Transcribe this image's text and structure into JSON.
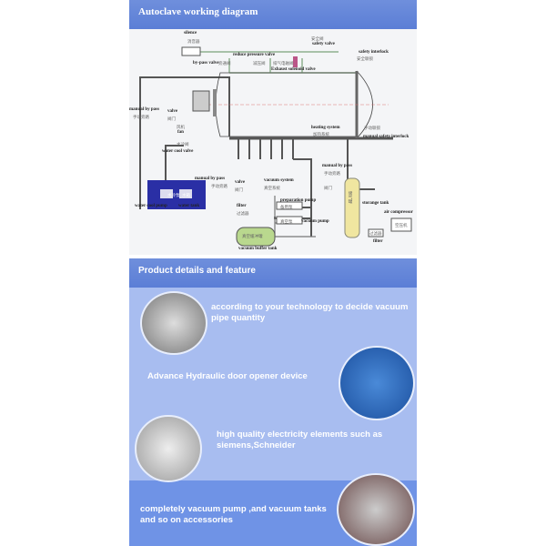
{
  "diagram": {
    "title": "Autoclave working diagram",
    "labels": {
      "silence": "silence",
      "silence_cn": "消音器",
      "safety_valve": "safety valve",
      "safety_valve_cn": "安全阀",
      "safety_interlock": "safety interlock",
      "safety_interlock_cn": "安全联锁",
      "reduce_pressure_valve": "reduce pressure valve",
      "by_pass_valve": "by-pass valve",
      "by_pass_valve_cn": "旁通阀",
      "reduce_cn": "减压阀",
      "exhaust_cn": "排气电磁阀",
      "exhaust_solenoid_valve": "Exhaust solenoid valve",
      "manual_by_pass_1": "manual by pass",
      "manual_by_pass_1_cn": "手动旁路",
      "valve_1": "valve",
      "valve_1_cn": "阀门",
      "fan": "fan",
      "fan_cn": "风机",
      "heating_system": "heating system",
      "heating_system_cn": "加热系统",
      "manual_safety_interlock": "manual safety interlock",
      "manual_safety_interlock_cn": "手动联锁",
      "water_cool_valve": "water cool valve",
      "water_cool_valve_cn": "水冷阀",
      "water_cool_pump": "water cool pump",
      "water_cool_pump_cn": "水冷泵",
      "water_tank": "water tank",
      "water_tank_cn": "水箱",
      "manual_by_pass_2": "manual by pass",
      "manual_by_pass_2_cn": "手动旁路",
      "valve_2": "valve",
      "valve_2_cn": "阀门",
      "vacuum_system": "vacuum system",
      "vacuum_system_cn": "真空系统",
      "manual_by_pass_3": "manual by pass",
      "manual_by_pass_3_cn": "手动旁路",
      "valve_3_cn": "阀门",
      "filter_1": "filter",
      "filter_1_cn": "过滤器",
      "preparation_pump": "preparation pump",
      "preparation_pump_cn": "备用泵",
      "vacuum_pump": "vacuum pump",
      "vacuum_pump_cn": "真空泵",
      "storage_tank": "storange tank",
      "storage_tank_cn": "储气罐",
      "air_compressor": "air compressor",
      "air_compressor_cn": "空压机",
      "filter_2": "filter",
      "filter_2_cn": "过滤器",
      "vacuum_buffer_tank": "vacuum buffer tank",
      "vacuum_buffer_tank_cn": "真空缓冲罐"
    }
  },
  "features": {
    "title": "Product details and feature",
    "items": [
      {
        "text": "according to your technology to decide vacuum pipe quantity"
      },
      {
        "text": "Advance Hydraulic door opener device"
      },
      {
        "text": "high quality electricity elements such as siemens,Schneider"
      },
      {
        "text": "completely vacuum pump ,and vacuum tanks and so on accessories"
      }
    ]
  },
  "colors": {
    "header": "#5b7ed6",
    "panel": "#a8bdf0",
    "band": "#6f93e6"
  }
}
